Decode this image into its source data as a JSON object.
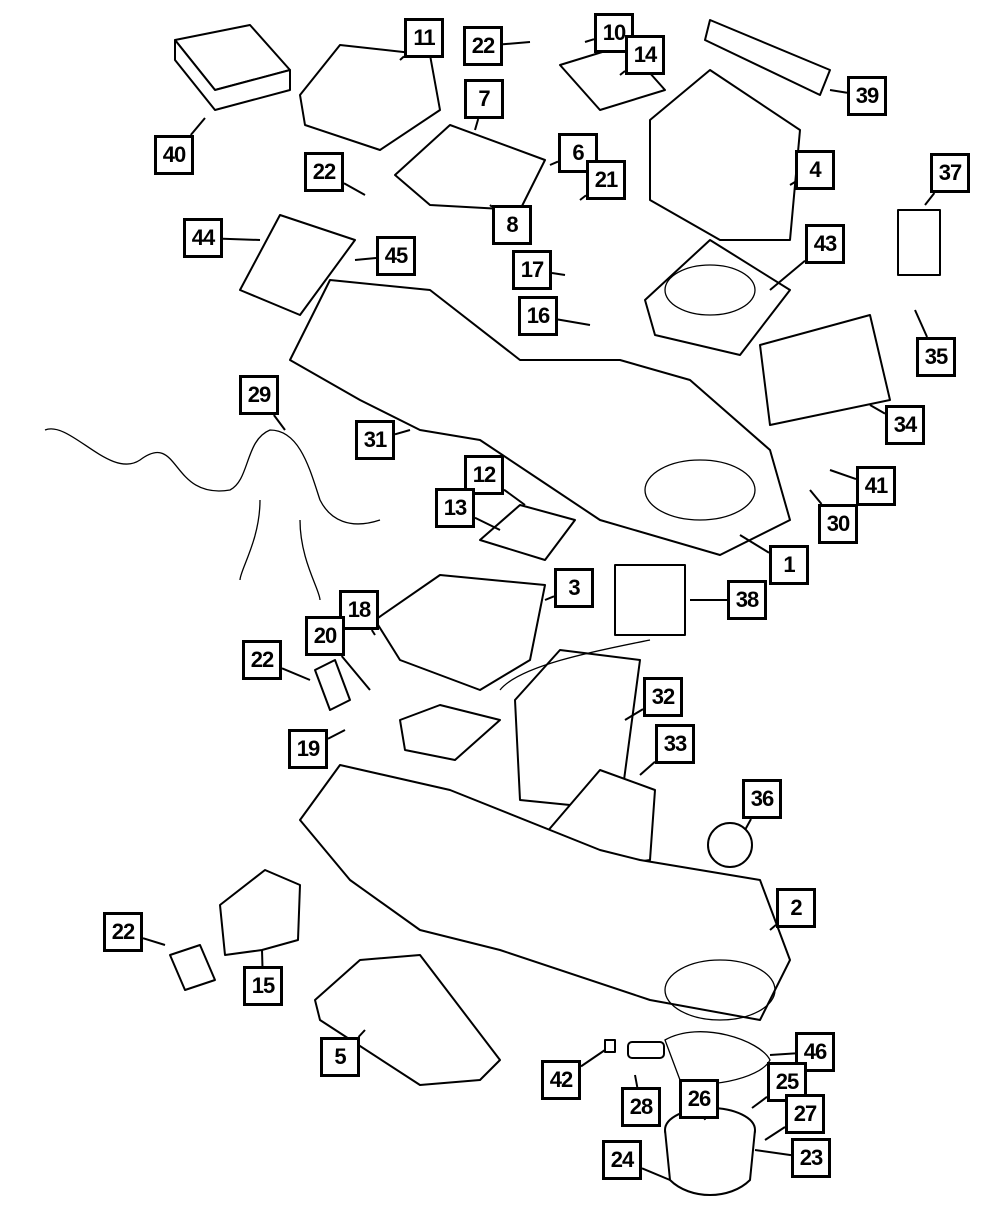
{
  "diagram": {
    "type": "exploded parts diagram",
    "callouts": [
      "40",
      "11",
      "22",
      "10",
      "14",
      "39",
      "7",
      "6",
      "21",
      "22",
      "8",
      "4",
      "37",
      "44",
      "45",
      "43",
      "17",
      "16",
      "35",
      "29",
      "34",
      "31",
      "41",
      "30",
      "12",
      "13",
      "1",
      "3",
      "38",
      "18",
      "20",
      "22",
      "32",
      "19",
      "33",
      "36",
      "2",
      "22",
      "15",
      "5",
      "46",
      "42",
      "25",
      "28",
      "26",
      "27",
      "24",
      "23"
    ]
  }
}
